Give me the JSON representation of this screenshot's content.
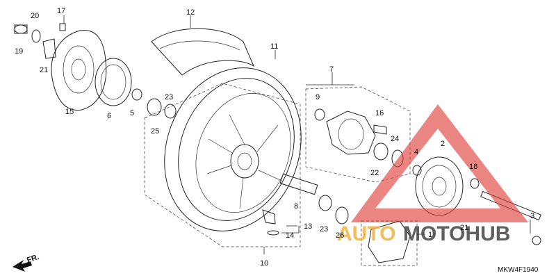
{
  "diagram": {
    "part_numbers": [
      "1",
      "2",
      "3",
      "4",
      "5",
      "6",
      "7",
      "8",
      "9",
      "10",
      "11",
      "12",
      "13",
      "14",
      "15",
      "16",
      "17",
      "18",
      "19",
      "20",
      "21",
      "21",
      "22",
      "23",
      "23",
      "24",
      "25",
      "26"
    ],
    "direction_label": "FR.",
    "diagram_code": "MKW4F1940",
    "watermark": {
      "text_light": "AUTO",
      "text_dark": "MOTOHUB",
      "colors": {
        "triangle": "#e0403a",
        "light": "#f2b33d",
        "dark": "#444444"
      }
    }
  }
}
